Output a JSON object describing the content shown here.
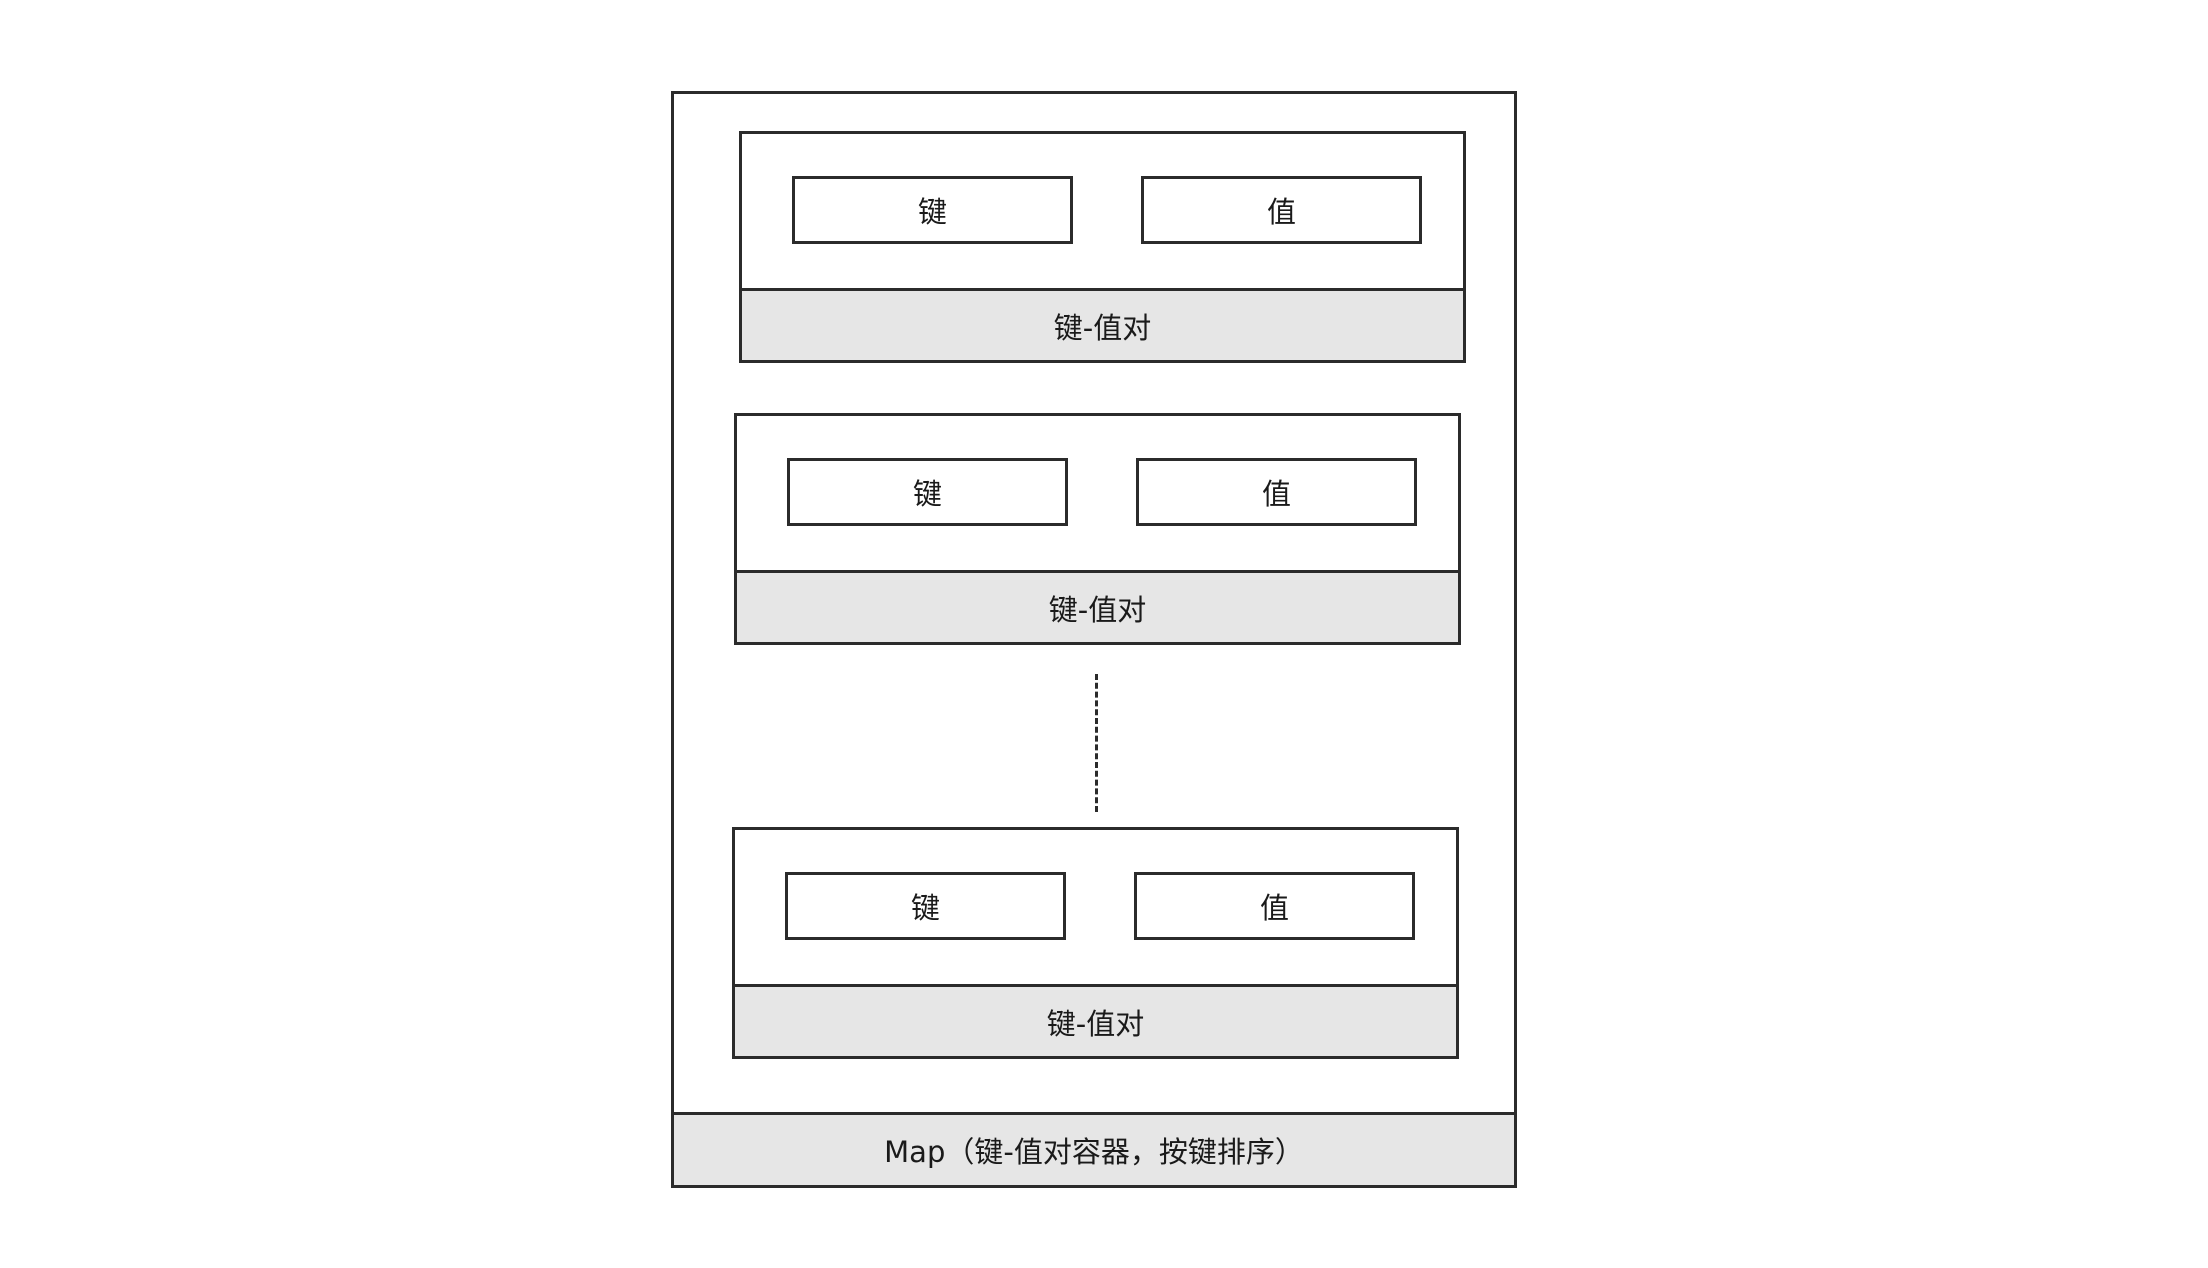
{
  "map": {
    "label": "Map（键-值对容器，按键排序）",
    "pairs": [
      {
        "key_label": "键",
        "value_label": "值",
        "pair_label": "键-值对"
      },
      {
        "key_label": "键",
        "value_label": "值",
        "pair_label": "键-值对"
      },
      {
        "key_label": "键",
        "value_label": "值",
        "pair_label": "键-值对"
      }
    ]
  }
}
